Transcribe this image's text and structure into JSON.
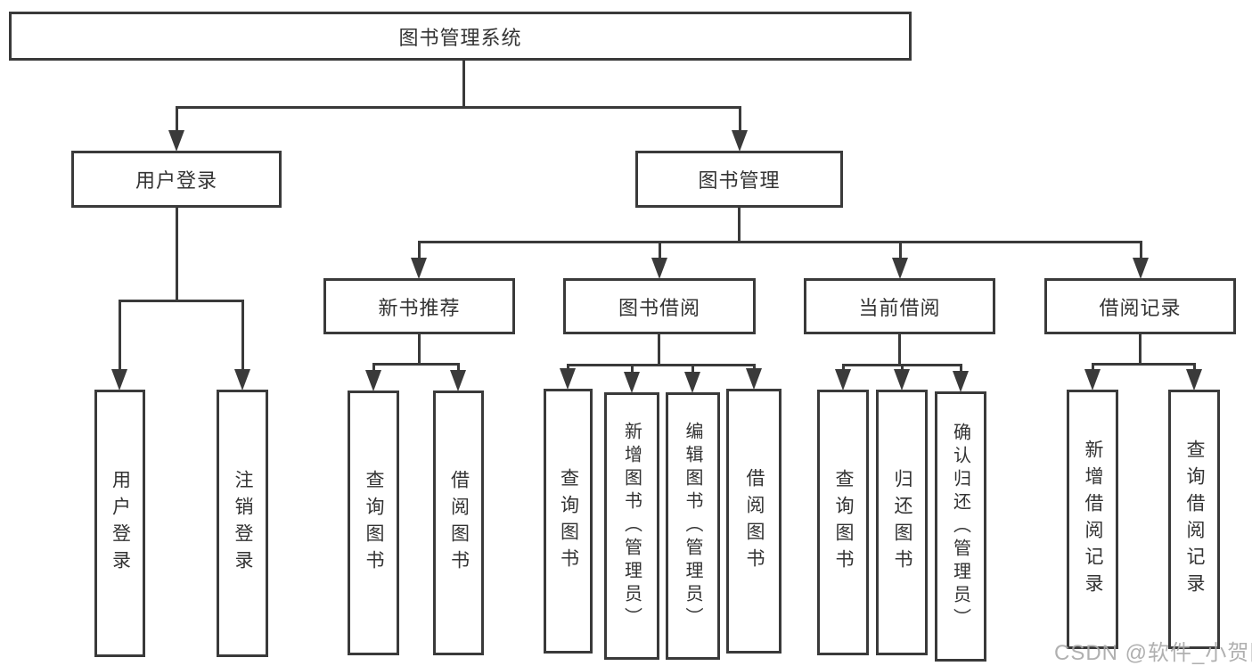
{
  "tree": {
    "root": {
      "label": "图书管理系统"
    },
    "user_login": {
      "label": "用户登录",
      "children": [
        "用户登录",
        "注销登录"
      ]
    },
    "book_management": {
      "label": "图书管理",
      "sections": {
        "new_books": {
          "label": "新书推荐",
          "children": [
            "查询图书",
            "借阅图书"
          ]
        },
        "book_borrowing": {
          "label": "图书借阅",
          "children": [
            "查询图书",
            "新增图书（管理员）",
            "编辑图书（管理员）",
            "借阅图书"
          ]
        },
        "current_borrowing": {
          "label": "当前借阅",
          "children": [
            "查询图书",
            "归还图书",
            "确认归还（管理员）"
          ]
        },
        "borrowing_records": {
          "label": "借阅记录",
          "children": [
            "新增借阅记录",
            "查询借阅记录"
          ]
        }
      }
    }
  },
  "watermark": "CSDN @软件_小贺同学",
  "colors": {
    "line": "#3a3a3a",
    "text": "#333333",
    "watermark": "#a8a8a8",
    "background": "#ffffff"
  }
}
